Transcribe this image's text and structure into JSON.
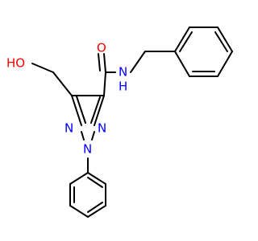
{
  "molecule": {
    "atoms": {
      "ho": "HO",
      "o_carbonyl": "O",
      "nh": "N",
      "nh_h": "H",
      "n1": "N",
      "n2": "N",
      "n3": "N"
    },
    "colors": {
      "oxygen": "#ff0000",
      "nitrogen": "#0000ff",
      "bond": "#000000"
    }
  }
}
